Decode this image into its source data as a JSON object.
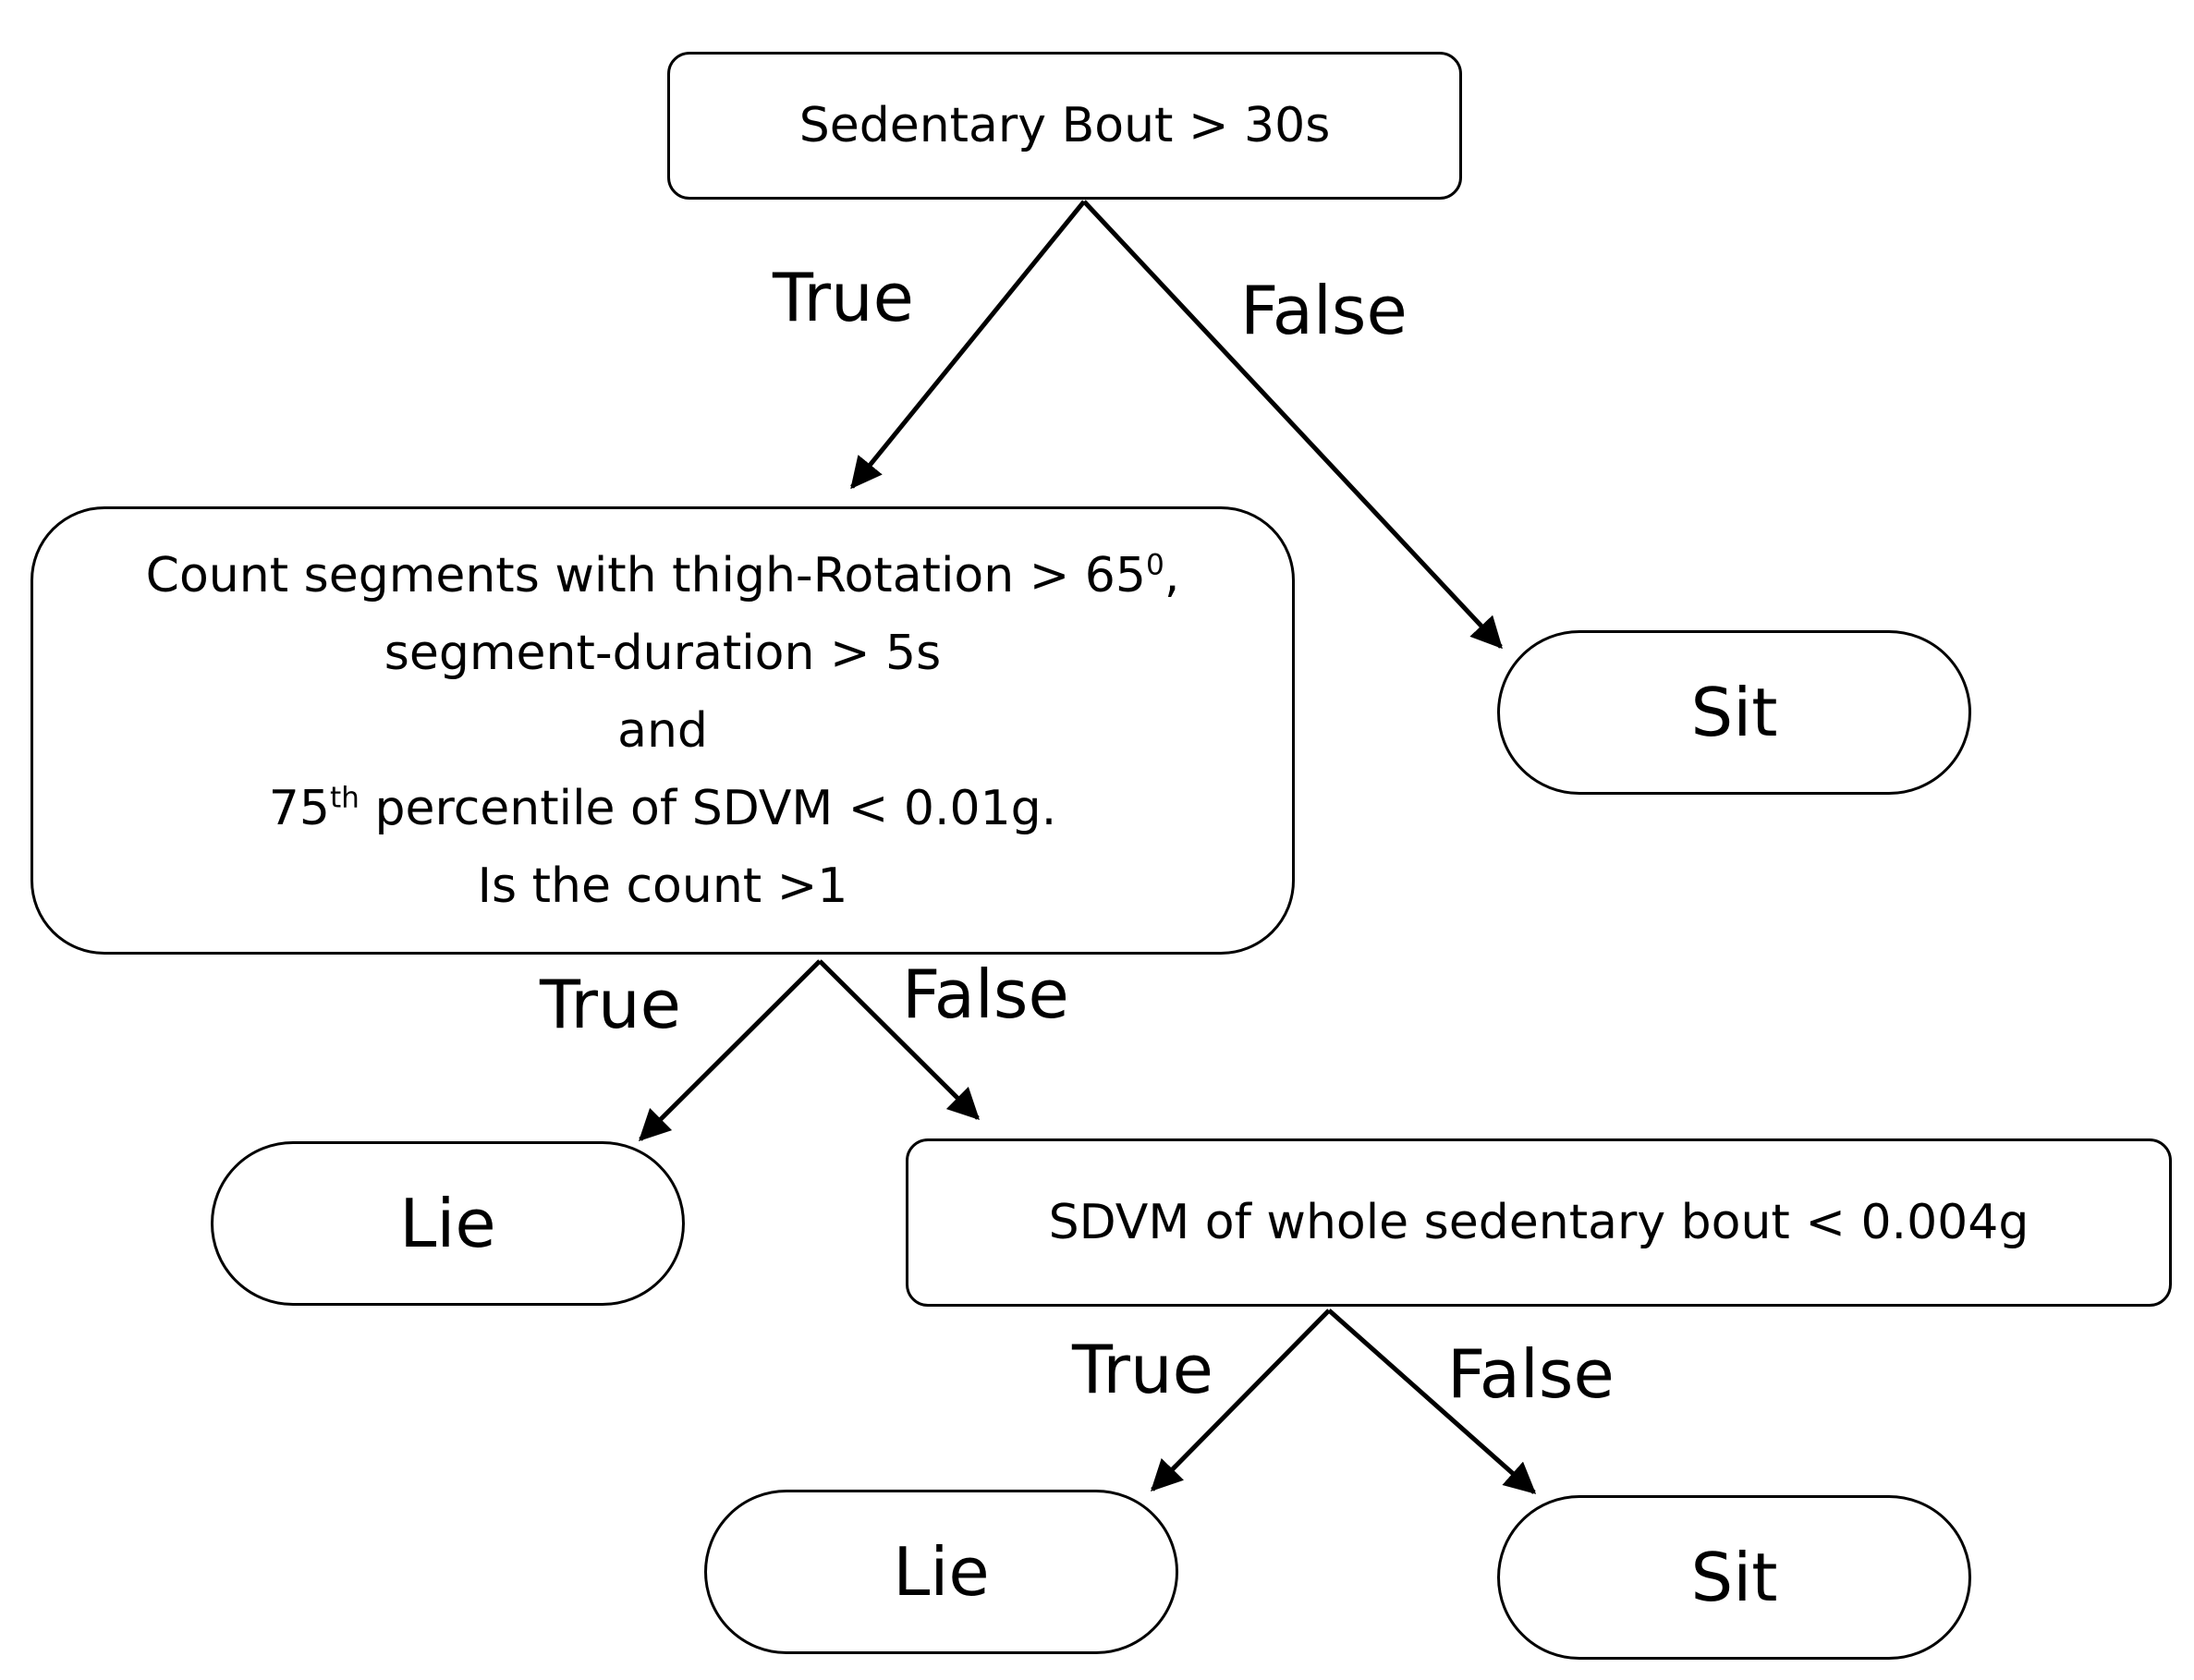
{
  "nodes": {
    "root": {
      "text": "Sedentary Bout > 30s"
    },
    "count": {
      "line1_main": "Count segments with thigh-Rotation > 65",
      "line1_sup": "0",
      "line1_end": ",",
      "line2": "segment-duration > 5s",
      "line3": "and",
      "line4_pre": "75",
      "line4_sup": "th",
      "line4_main": " percentile of SDVM < 0.01g.",
      "line5": "Is the count >1"
    },
    "sdvm": {
      "text": "SDVM of whole sedentary bout < 0.004g"
    },
    "sit_top": {
      "text": "Sit"
    },
    "lie_mid": {
      "text": "Lie"
    },
    "lie_bottom": {
      "text": "Lie"
    },
    "sit_bottom": {
      "text": "Sit"
    }
  },
  "edges": {
    "root_true": "True",
    "root_false": "False",
    "count_true": "True",
    "count_false": "False",
    "sdvm_true": "True",
    "sdvm_false": "False"
  }
}
